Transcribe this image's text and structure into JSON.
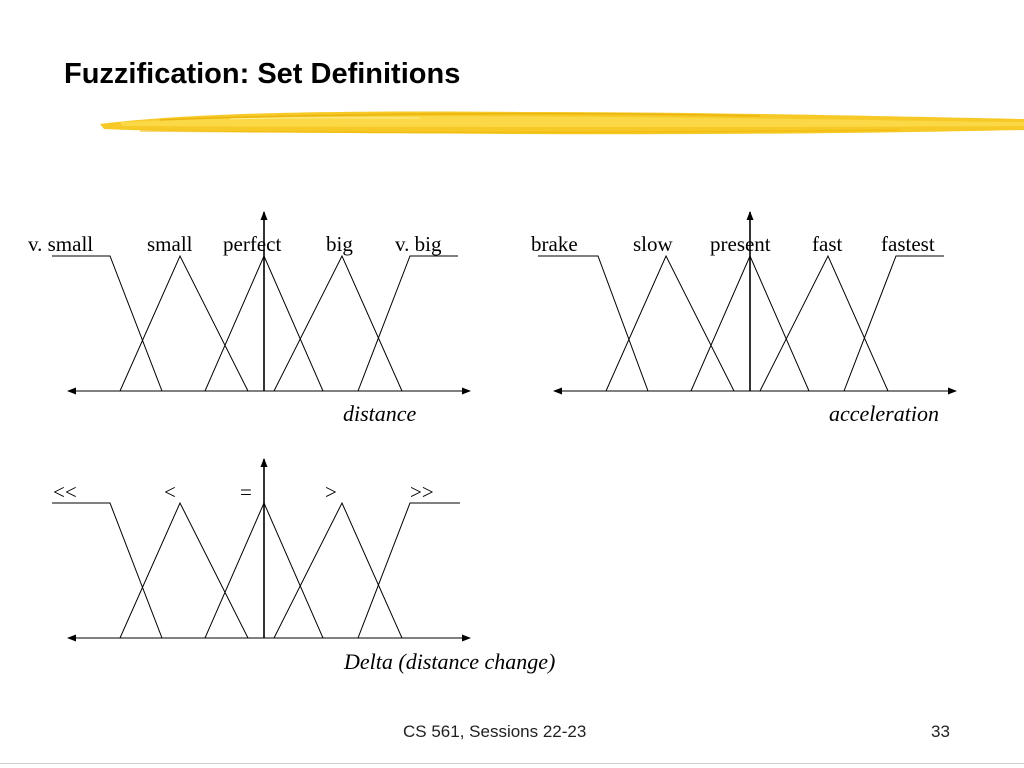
{
  "slide": {
    "title": "Fuzzification: Set Definitions",
    "footer_course": "CS 561,  Sessions 22-23",
    "page_number": "33",
    "accent_color": "#f5c400"
  },
  "diagrams": {
    "distance": {
      "axis_label": "distance",
      "sets": [
        "v. small",
        "small",
        "perfect",
        "big",
        "v. big"
      ]
    },
    "acceleration": {
      "axis_label": "acceleration",
      "sets": [
        "brake",
        "slow",
        "present",
        "fast",
        "fastest"
      ]
    },
    "delta": {
      "axis_label": "Delta (distance change)",
      "sets": [
        "<<",
        "<",
        "=",
        ">",
        ">>"
      ]
    }
  }
}
